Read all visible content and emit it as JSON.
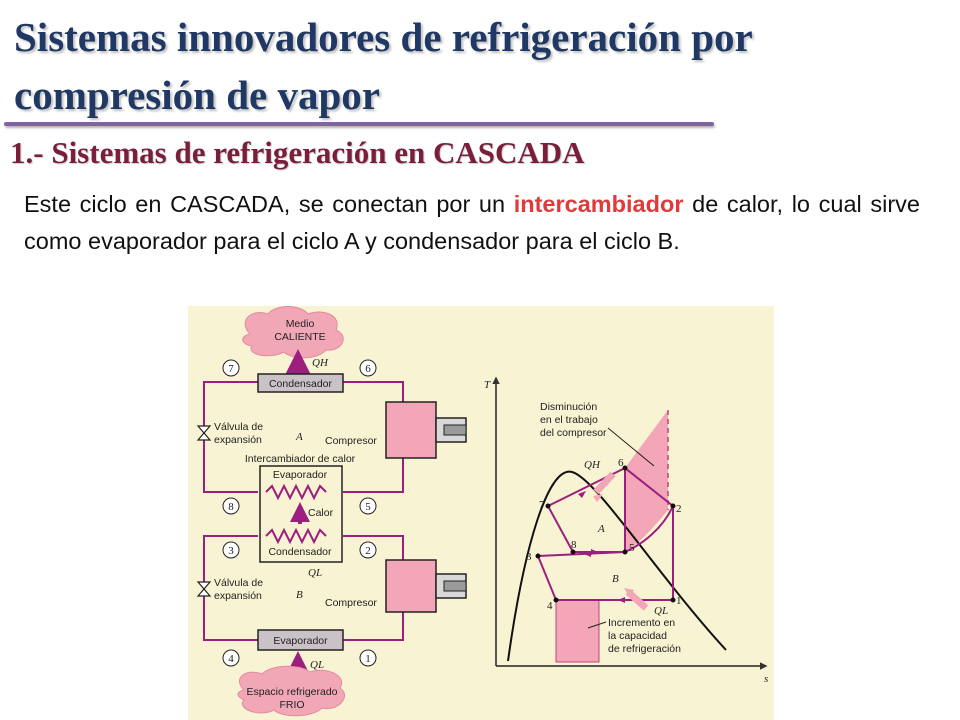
{
  "slide": {
    "title": "Sistemas innovadores de refrigeración por compresión de vapor",
    "subtitle": "1.- Sistemas de refrigeración en CASCADA",
    "paragraph_before": "Este ciclo en CASCADA, se conectan por un ",
    "paragraph_highlight": "intercambiador",
    "paragraph_after": " de calor, lo cual sirve como evaporador para el ciclo A y condensador para el ciclo B.",
    "accent_color": "#e03a3a",
    "title_color": "#1f3864"
  },
  "schematic": {
    "hot_medium_line1": "Medio",
    "hot_medium_line2": "CALIENTE",
    "q_h": "QH",
    "condenser_top": "Condensador",
    "valve_a_line1": "Válvula de",
    "valve_a_line2": "expansión",
    "cycle_a": "A",
    "compressor_a": "Compresor",
    "heat_exchanger": "Intercambiador de calor",
    "evaporator_mid": "Evaporador",
    "heat": "Calor",
    "condenser_mid": "Condensador",
    "q_l_mid": "QL",
    "valve_b_line1": "Válvula de",
    "valve_b_line2": "expansión",
    "cycle_b": "B",
    "compressor_b": "Compresor",
    "evaporator_bottom": "Evaporador",
    "q_l_bottom": "QL",
    "cold_space_line1": "Espacio refrigerado",
    "cold_space_line2": "FRIO",
    "states": [
      "7",
      "6",
      "8",
      "5",
      "3",
      "2",
      "4",
      "1"
    ]
  },
  "ts_diagram": {
    "y_axis": "T",
    "x_axis": "s",
    "note_work_line1": "Disminución",
    "note_work_line2": "en el trabajo",
    "note_work_line3": "del compresor",
    "note_capacity_line1": "Incremento en",
    "note_capacity_line2": "la capacidad",
    "note_capacity_line3": "de refrigeración",
    "q_h": "QH",
    "q_l": "QL",
    "cycle_a": "A",
    "cycle_b": "B",
    "points": [
      "6",
      "7",
      "2",
      "8",
      "3",
      "5",
      "4",
      "1"
    ]
  }
}
